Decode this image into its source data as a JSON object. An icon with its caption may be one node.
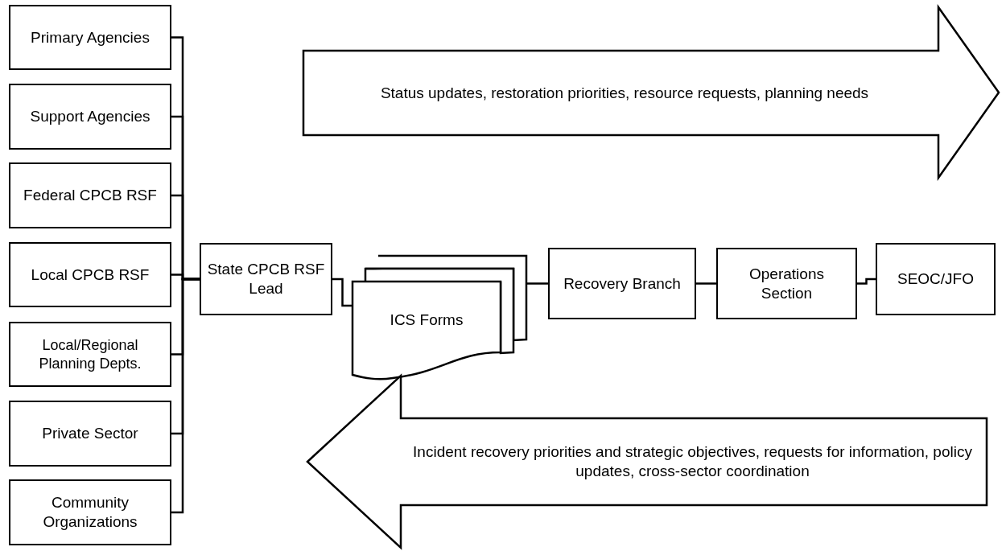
{
  "diagram": {
    "nodes": [
      {
        "text": [
          "Primary Agencies"
        ]
      },
      {
        "text": [
          "Support Agencies"
        ]
      },
      {
        "text": [
          "Federal CPCB RSF"
        ]
      },
      {
        "text": [
          "Local CPCB RSF"
        ]
      },
      {
        "text": [
          "Local/Regional Planning Depts."
        ]
      },
      {
        "text": [
          "Private Sector"
        ]
      },
      {
        "text": [
          "Community Organizations"
        ]
      },
      {
        "text": [
          "State CPCB RSF Lead"
        ]
      },
      {
        "text": [
          "ICS Forms"
        ]
      },
      {
        "text": [
          "Recovery Branch"
        ]
      },
      {
        "text": [
          "Operations Section"
        ]
      },
      {
        "text": [
          "SEOC/JFO"
        ]
      },
      {
        "text": [
          "Status updates, restoration priorities, resource requests, planning needs"
        ]
      },
      {
        "text": [
          "Incident recovery priorities and strategic objectives, requests for information, policy updates, cross-sector coordination"
        ]
      }
    ],
    "edges": [
      {
        "from": 0,
        "to": 7,
        "arrow": "none"
      },
      {
        "from": 1,
        "to": 7,
        "arrow": "none"
      },
      {
        "from": 2,
        "to": 7,
        "arrow": "none"
      },
      {
        "from": 3,
        "to": 7,
        "arrow": "none"
      },
      {
        "from": 4,
        "to": 7,
        "arrow": "none"
      },
      {
        "from": 5,
        "to": 7,
        "arrow": "none"
      },
      {
        "from": 6,
        "to": 7,
        "arrow": "none"
      },
      {
        "from": 7,
        "to": 8,
        "arrow": "none"
      },
      {
        "from": 8,
        "to": 9,
        "arrow": "none"
      },
      {
        "from": 9,
        "to": 10,
        "arrow": "none"
      },
      {
        "from": 10,
        "to": 11,
        "arrow": "none"
      }
    ]
  }
}
